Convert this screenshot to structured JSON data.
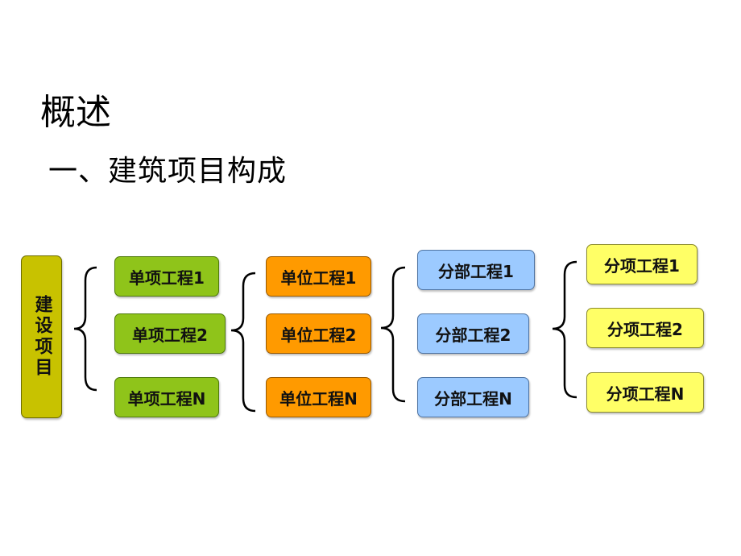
{
  "title": "概述",
  "subtitle": "一、建筑项目构成",
  "root": {
    "label": "建设项目",
    "color": "#c8c200"
  },
  "columns": [
    {
      "color": "#8fc41a",
      "items": [
        "单项工程1",
        "单项工程2",
        "单项工程N"
      ]
    },
    {
      "color": "#ff9a00",
      "items": [
        "单位工程1",
        "单位工程2",
        "单位工程N"
      ]
    },
    {
      "color": "#9ccaff",
      "items": [
        "分部工程1",
        "分部工程2",
        "分部工程N"
      ]
    },
    {
      "color": "#ffff66",
      "items": [
        "分项工程1",
        "分项工程2",
        "分项工程N"
      ]
    }
  ]
}
